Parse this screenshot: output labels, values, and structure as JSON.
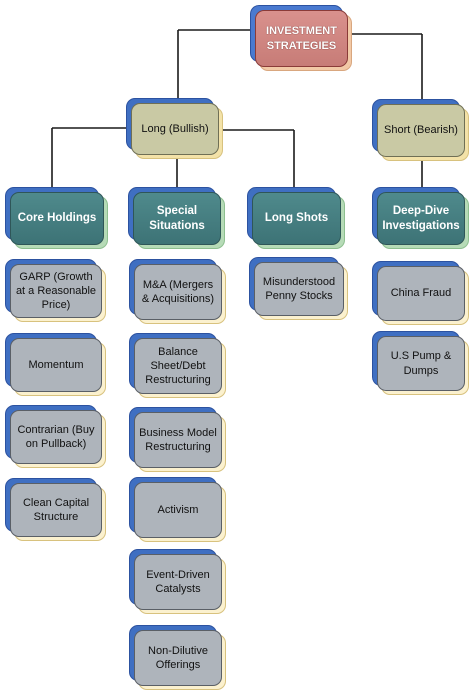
{
  "colors": {
    "connector": "#1a1a1a",
    "root_fill": "#d0868a",
    "branch_fill": "#c9c9a4",
    "category_fill": "#447d80",
    "leaf_fill": "#aeb4bb",
    "shadow_blue": "#3f6fc2",
    "shadow_cream": "#f3e2a8"
  },
  "root": {
    "label": "INVESTMENT STRATEGIES"
  },
  "branches": {
    "long": {
      "label": "Long (Bullish)"
    },
    "short": {
      "label": "Short (Bearish)"
    }
  },
  "categories": {
    "core": {
      "label": "Core Holdings"
    },
    "special": {
      "label": "Special Situations"
    },
    "longshots": {
      "label": "Long Shots"
    },
    "deepdive": {
      "label": "Deep-Dive Investigations"
    }
  },
  "leaves": {
    "core": [
      "GARP (Growth at a Reasonable Price)",
      "Momentum",
      "Contrarian (Buy on Pullback)",
      "Clean Capital Structure"
    ],
    "special": [
      "M&A (Mergers & Acquisitions)",
      "Balance Sheet/Debt Restructuring",
      "Business Model Restructuring",
      "Activism",
      "Event-Driven Catalysts",
      "Non-Dilutive Offerings"
    ],
    "longshots": [
      "Misunderstood Penny Stocks"
    ],
    "deepdive": [
      "China Fraud",
      "U.S Pump & Dumps"
    ]
  }
}
